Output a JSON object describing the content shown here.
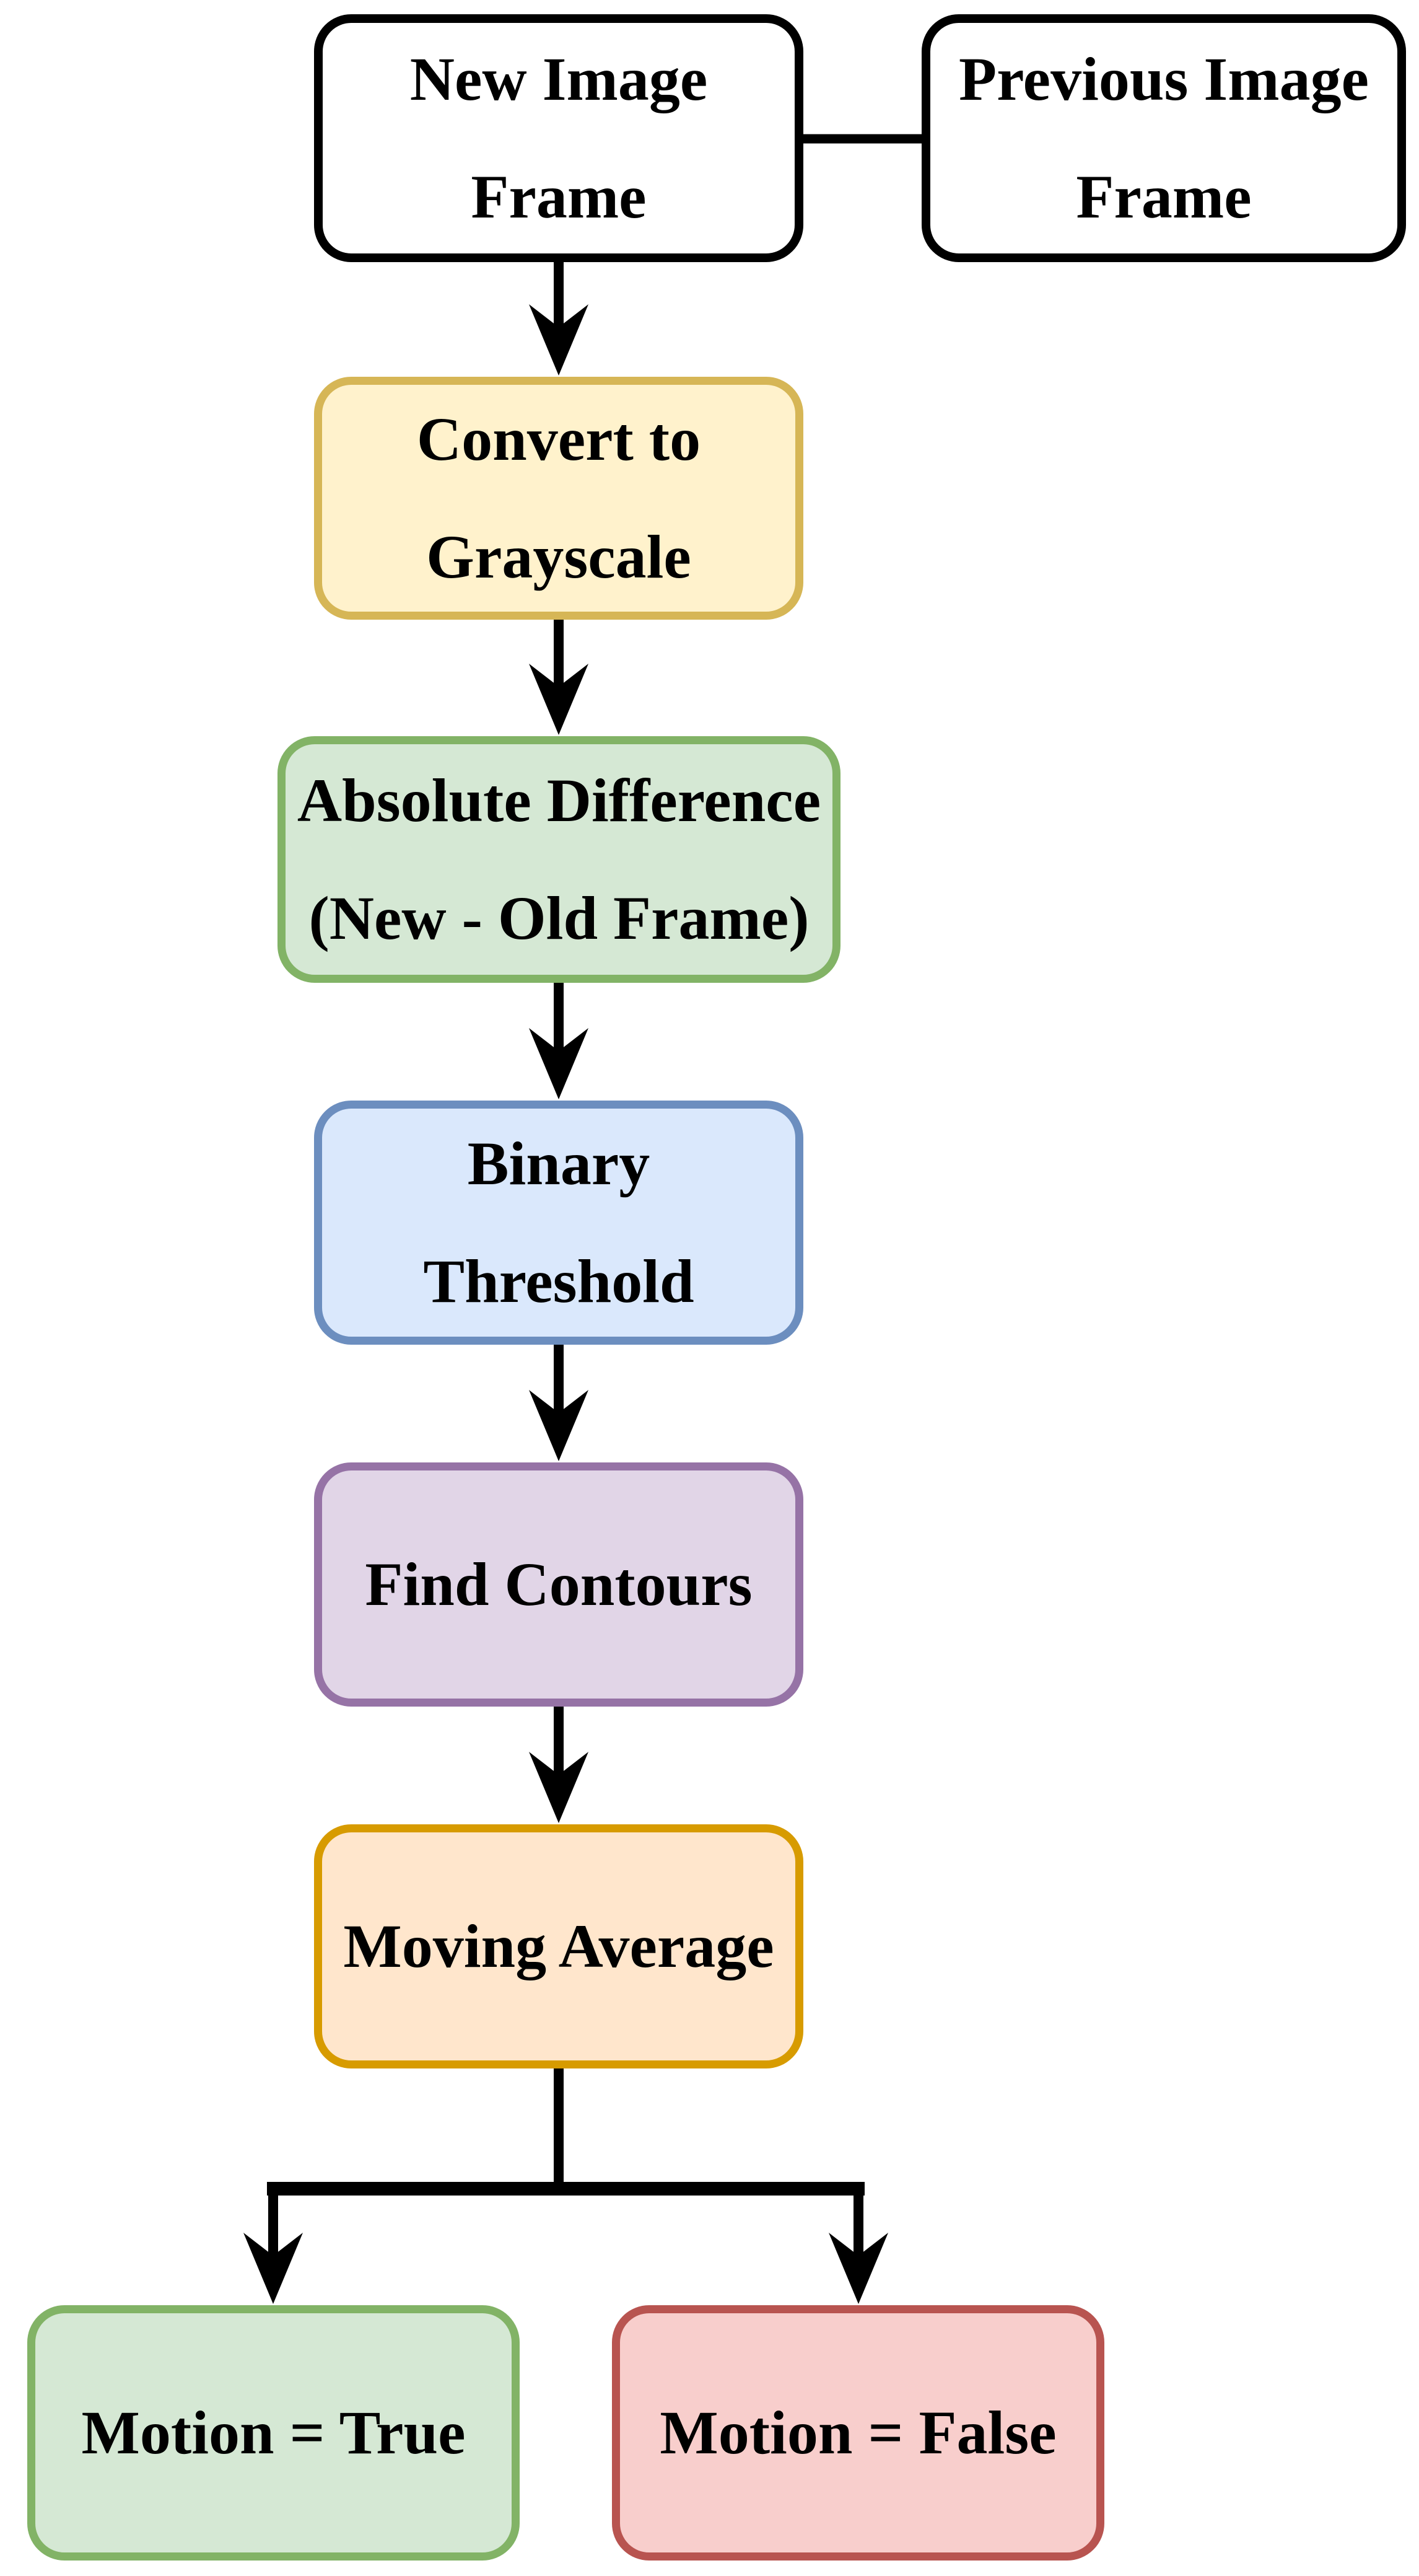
{
  "diagram": {
    "title": "Motion detection flowchart",
    "background_color": "#FFFFFF",
    "connector_color": "#000000",
    "text_color": "#000000",
    "nodes": {
      "new_frame": {
        "label": "New Image\nFrame",
        "fill": "#FFFFFF",
        "stroke": "#000000"
      },
      "prev_frame": {
        "label": "Previous Image\nFrame",
        "fill": "#FFFFFF",
        "stroke": "#000000"
      },
      "grayscale": {
        "label": "Convert to\nGrayscale",
        "fill": "#FFF2CC",
        "stroke": "#D6B656"
      },
      "abs_diff": {
        "label": "Absolute Difference\n(New - Old Frame)",
        "fill": "#D5E8D4",
        "stroke": "#82B366"
      },
      "threshold": {
        "label": "Binary\nThreshold",
        "fill": "#DAE8FC",
        "stroke": "#6C8EBF"
      },
      "contours": {
        "label": "Find Contours",
        "fill": "#E1D5E7",
        "stroke": "#9673A6"
      },
      "moving_avg": {
        "label": "Moving Average",
        "fill": "#FFE6CC",
        "stroke": "#D79B00"
      },
      "motion_true": {
        "label": "Motion = True",
        "fill": "#D5E8D4",
        "stroke": "#82B366"
      },
      "motion_false": {
        "label": "Motion = False",
        "fill": "#F8CECC",
        "stroke": "#B85450"
      }
    },
    "edges": [
      {
        "from": "new_frame",
        "to": "prev_frame",
        "style": "plain-link"
      },
      {
        "from": "new_frame",
        "to": "grayscale",
        "style": "arrow"
      },
      {
        "from": "grayscale",
        "to": "abs_diff",
        "style": "arrow"
      },
      {
        "from": "abs_diff",
        "to": "threshold",
        "style": "arrow"
      },
      {
        "from": "threshold",
        "to": "contours",
        "style": "arrow"
      },
      {
        "from": "contours",
        "to": "moving_avg",
        "style": "arrow"
      },
      {
        "from": "moving_avg",
        "to": "motion_true",
        "style": "arrow-branch"
      },
      {
        "from": "moving_avg",
        "to": "motion_false",
        "style": "arrow-branch"
      }
    ]
  }
}
